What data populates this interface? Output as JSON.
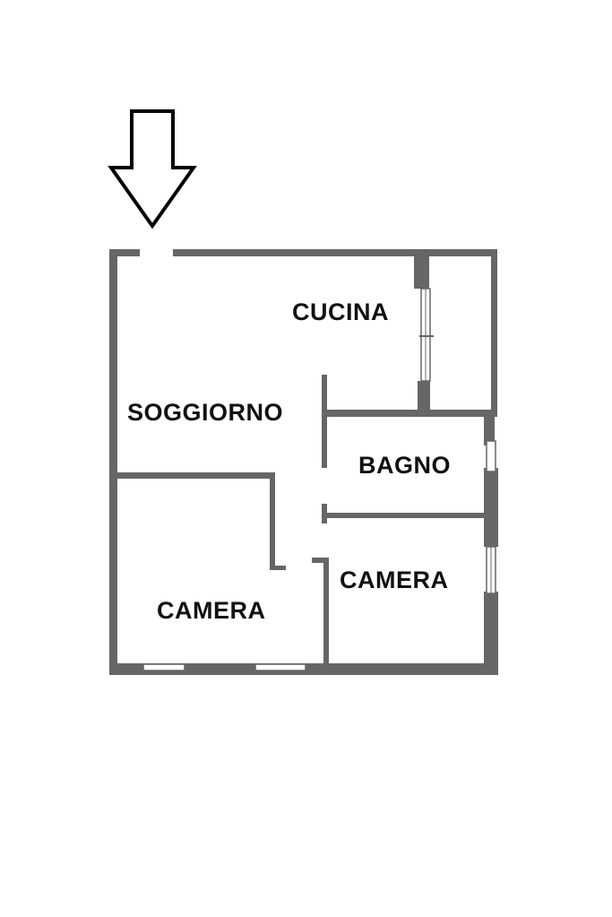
{
  "rooms": {
    "cucina": "CUCINA",
    "soggiorno": "SOGGIORNO",
    "bagno": "BAGNO",
    "camera_right": "CAMERA",
    "camera_left": "CAMERA"
  },
  "colors": {
    "wall": "#666666",
    "wall_dark": "#555555",
    "arrow": "#000000",
    "text": "#111111",
    "background": "#ffffff"
  },
  "icons": {
    "entrance": "down-arrow-icon"
  }
}
